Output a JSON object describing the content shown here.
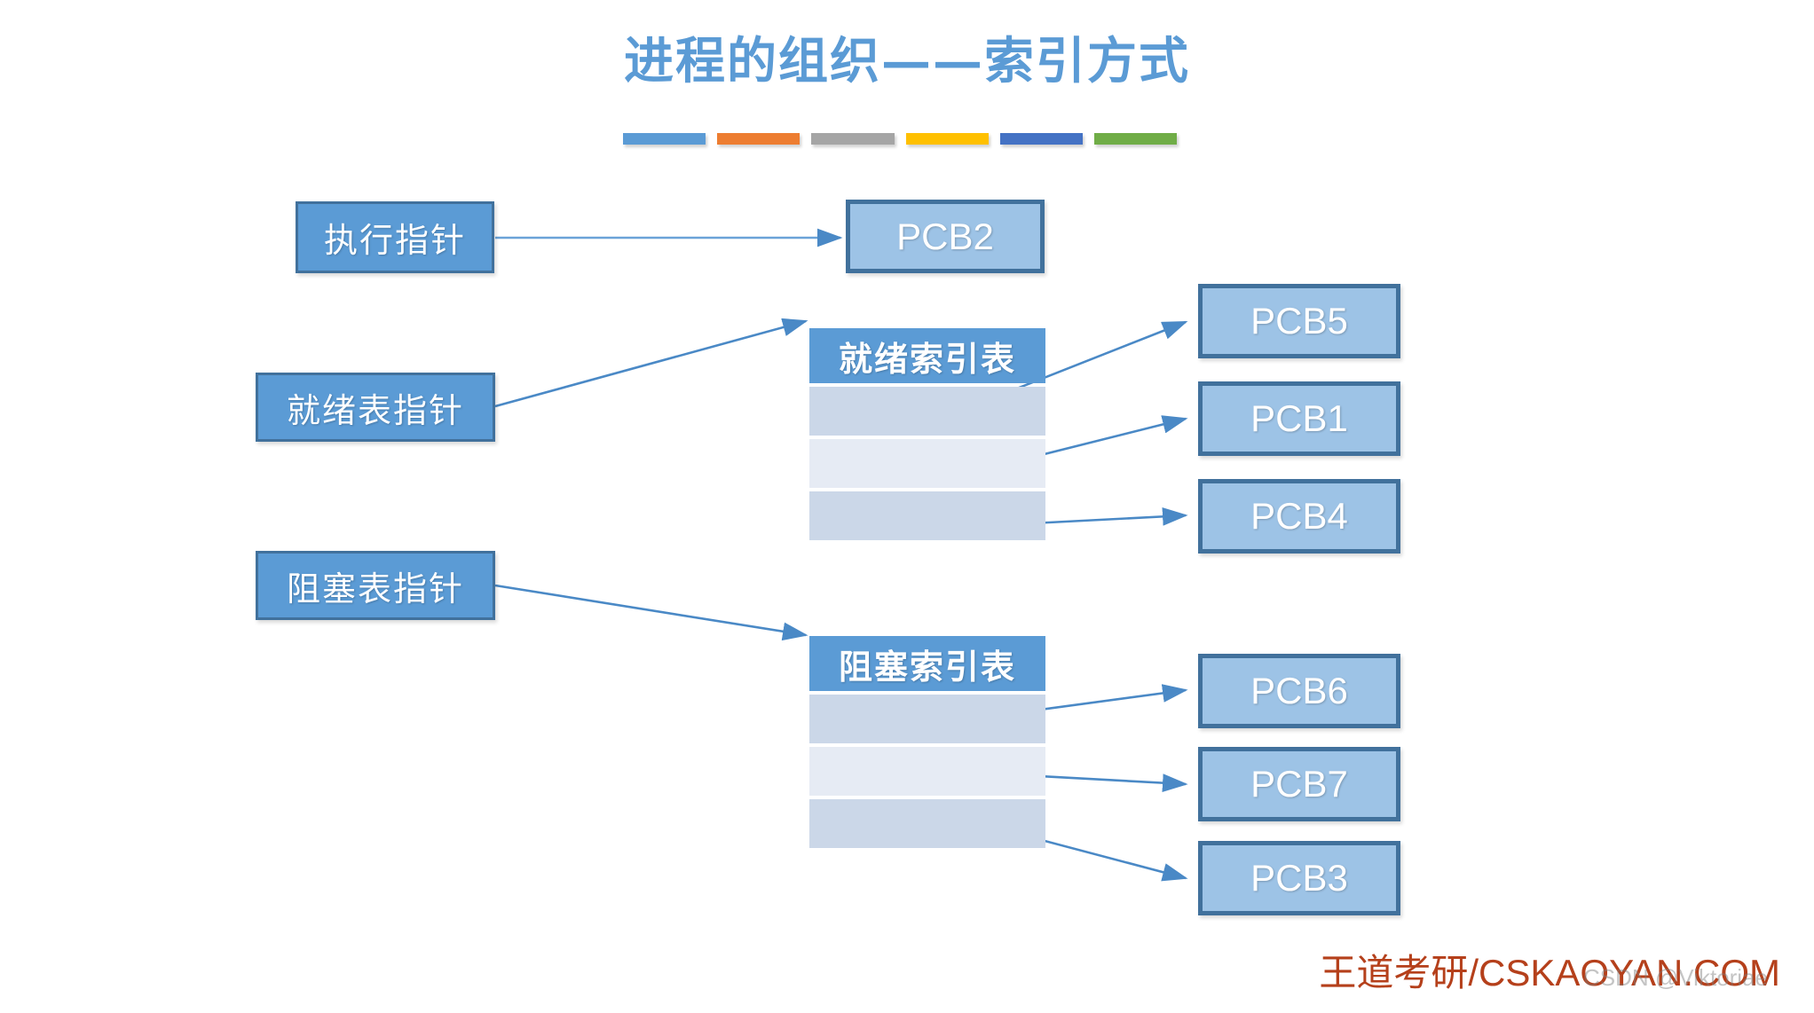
{
  "title": {
    "text": "进程的组织——索引方式",
    "color": "#5B9BD5"
  },
  "title_rule": {
    "colors": [
      "#5B9BD5",
      "#ED7D31",
      "#A5A5A5",
      "#FFC000",
      "#4472C4",
      "#70AD47"
    ]
  },
  "palette": {
    "pointer_fill": "#5B9BD5",
    "pointer_border": "#41719C",
    "pcb_fill": "#9DC3E6",
    "pcb_border": "#41719C",
    "table_header_fill": "#5B9BD5",
    "table_row_dark": "#CBD7E8",
    "table_row_light": "#E6EBF4",
    "arrow_color": "#4A89C6",
    "footer_color": "#B5401B"
  },
  "pointers": [
    {
      "id": "exec-pointer",
      "label": "执行指针"
    },
    {
      "id": "ready-pointer",
      "label": "就绪表指针"
    },
    {
      "id": "blocked-pointer",
      "label": "阻塞表指针"
    }
  ],
  "tables": [
    {
      "id": "ready-index-table",
      "header": "就绪索引表",
      "rows": [
        "",
        "",
        ""
      ]
    },
    {
      "id": "blocked-index-table",
      "header": "阻塞索引表",
      "rows": [
        "",
        "",
        ""
      ]
    }
  ],
  "pcbs": [
    {
      "id": "pcb2",
      "label": "PCB2"
    },
    {
      "id": "pcb5",
      "label": "PCB5"
    },
    {
      "id": "pcb1",
      "label": "PCB1"
    },
    {
      "id": "pcb4",
      "label": "PCB4"
    },
    {
      "id": "pcb6",
      "label": "PCB6"
    },
    {
      "id": "pcb7",
      "label": "PCB7"
    },
    {
      "id": "pcb3",
      "label": "PCB3"
    }
  ],
  "connections": [
    {
      "from": "exec-pointer",
      "to": "pcb2"
    },
    {
      "from": "ready-pointer",
      "to": "ready-index-table"
    },
    {
      "from": "ready-index-row-1",
      "to": "pcb5"
    },
    {
      "from": "ready-index-row-2",
      "to": "pcb1"
    },
    {
      "from": "ready-index-row-3",
      "to": "pcb4"
    },
    {
      "from": "blocked-pointer",
      "to": "blocked-index-table"
    },
    {
      "from": "blocked-index-row-1",
      "to": "pcb6"
    },
    {
      "from": "blocked-index-row-2",
      "to": "pcb7"
    },
    {
      "from": "blocked-index-row-3",
      "to": "pcb3"
    }
  ],
  "footer": {
    "brand": "王道考研/CSKAOYAN.COM",
    "watermark": "CSDN @Viktoriae"
  }
}
